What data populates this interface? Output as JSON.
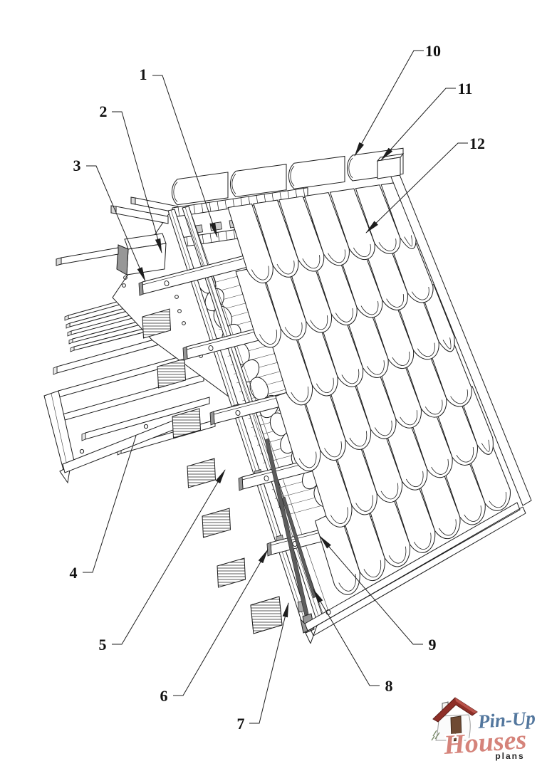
{
  "callouts": [
    {
      "label": "1"
    },
    {
      "label": "2"
    },
    {
      "label": "3"
    },
    {
      "label": "4"
    },
    {
      "label": "5"
    },
    {
      "label": "6"
    },
    {
      "label": "7"
    },
    {
      "label": "8"
    },
    {
      "label": "9"
    },
    {
      "label": "10"
    },
    {
      "label": "11"
    },
    {
      "label": "12"
    }
  ],
  "logo": {
    "line1": "Pin-Up",
    "line2": "Houses",
    "tagline": "plans"
  },
  "colors": {
    "logo_blue": "#53779e",
    "logo_salmon": "#d5837a",
    "logo_dark": "#262626",
    "logo_roof": "#8e2f28",
    "ink": "#1d1d1d"
  }
}
